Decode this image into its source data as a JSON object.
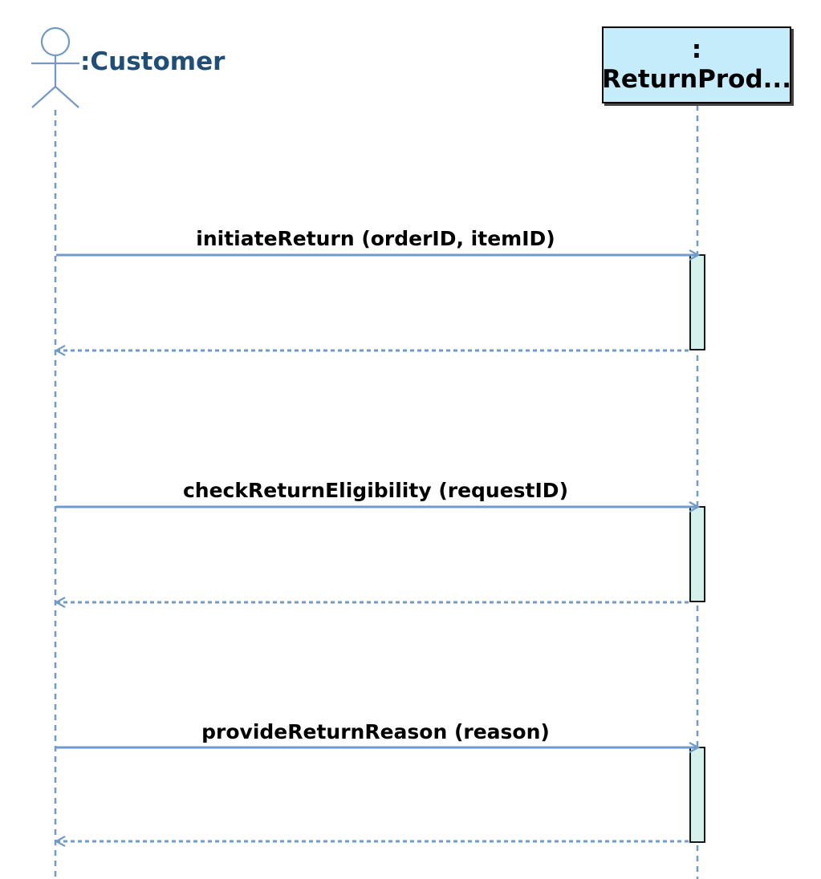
{
  "lifelines": {
    "actor": {
      "label": ":Customer"
    },
    "object": {
      "label_line1": ":",
      "label_line2": "ReturnProd..."
    }
  },
  "messages": [
    {
      "label": "initiateReturn (orderID, itemID)",
      "kind": "call"
    },
    {
      "label": "checkReturnEligibility (requestID)",
      "kind": "call"
    },
    {
      "label": "provideReturnReason (reason)",
      "kind": "call"
    }
  ],
  "colors": {
    "lifeline": "#6f9acb",
    "arrow": "#6f9acb",
    "actor_text": "#1f4e79",
    "object_fill": "#c4ecfb",
    "activation_fill": "#d5f1ec"
  }
}
